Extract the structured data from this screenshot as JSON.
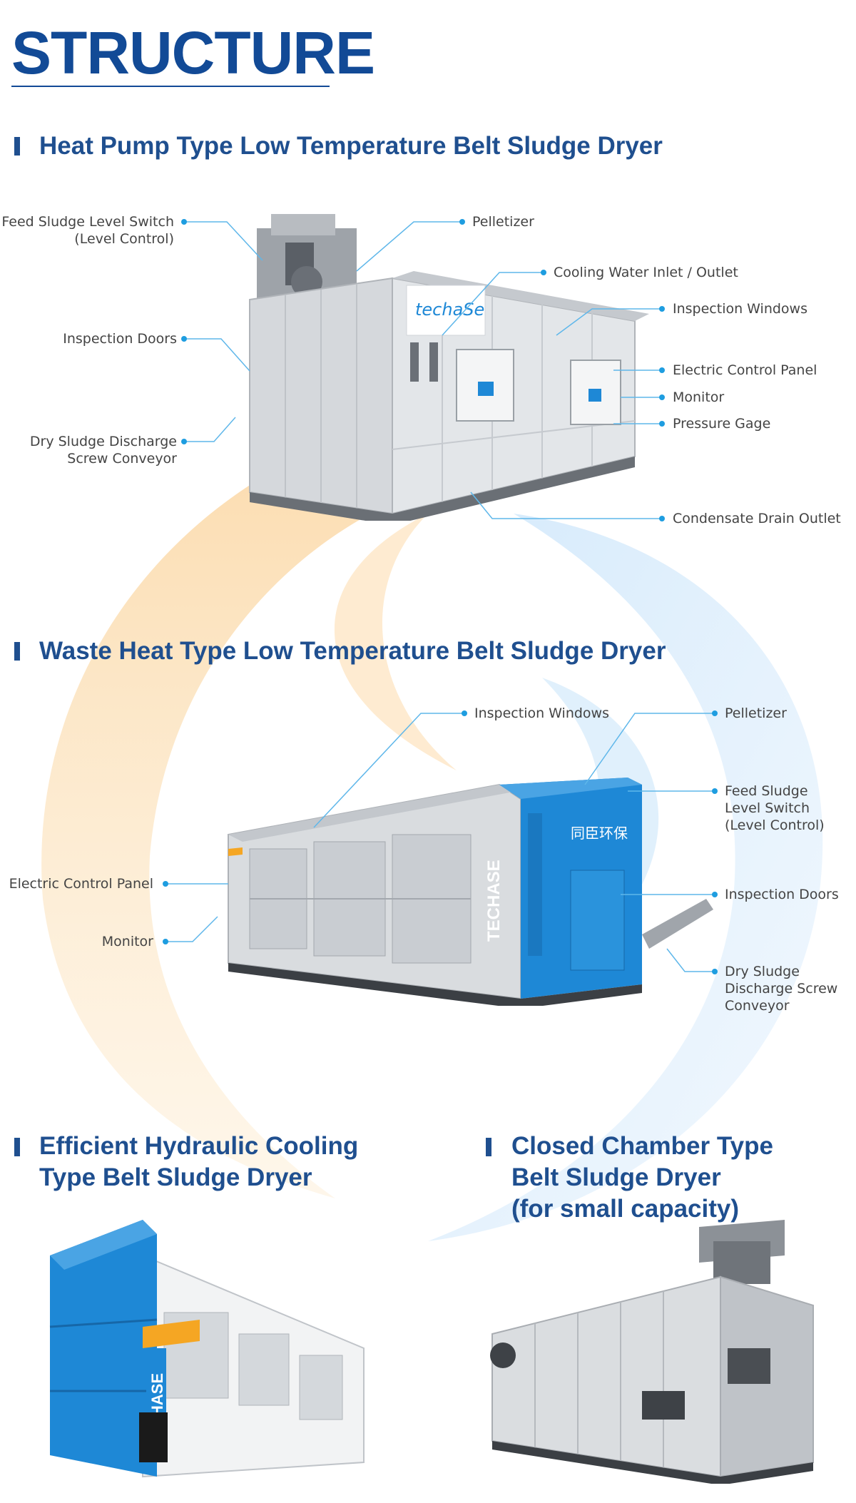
{
  "page": {
    "title": "STRUCTURE"
  },
  "colors": {
    "title_blue": "#124a96",
    "section_blue": "#1f4f8f",
    "callout_line": "#5fb7ea",
    "callout_dot": "#1e9de0",
    "label_text": "#444444",
    "brand_blue": "#1e88d6",
    "accent_orange": "#f5a623"
  },
  "sections": {
    "heat_pump": {
      "title": "Heat Pump Type Low Temperature Belt Sludge Dryer",
      "labels": {
        "feed_switch": [
          "Feed Sludge Level Switch",
          "(Level Control)"
        ],
        "inspection_doors": "Inspection Doors",
        "dry_discharge": [
          "Dry Sludge Discharge",
          "Screw Conveyor"
        ],
        "pelletizer": "Pelletizer",
        "cooling_water": "Cooling Water Inlet / Outlet",
        "inspection_windows": "Inspection Windows",
        "electric_panel": "Electric Control Panel",
        "monitor": "Monitor",
        "pressure_gage": "Pressure Gage",
        "condensate": "Condensate Drain Outlet"
      },
      "machine_logo": "techaSe"
    },
    "waste_heat": {
      "title": "Waste Heat Type Low Temperature Belt Sludge Dryer",
      "labels": {
        "inspection_windows": "Inspection Windows",
        "pelletizer": "Pelletizer",
        "feed_switch": [
          "Feed Sludge",
          "Level Switch",
          "(Level Control)"
        ],
        "inspection_doors": "Inspection Doors",
        "electric_panel": "Electric Control Panel",
        "monitor": "Monitor",
        "dry_discharge": [
          "Dry Sludge",
          "Discharge Screw",
          "Conveyor"
        ]
      },
      "machine_brand": "TECHASE",
      "machine_cn": "同臣环保"
    },
    "hydraulic": {
      "title": [
        "Efficient Hydraulic Cooling",
        "Type Belt Sludge Dryer"
      ],
      "machine_brand": "TECHASE"
    },
    "closed": {
      "title": [
        "Closed Chamber Type",
        "Belt Sludge Dryer",
        "(for small capacity)"
      ]
    }
  }
}
